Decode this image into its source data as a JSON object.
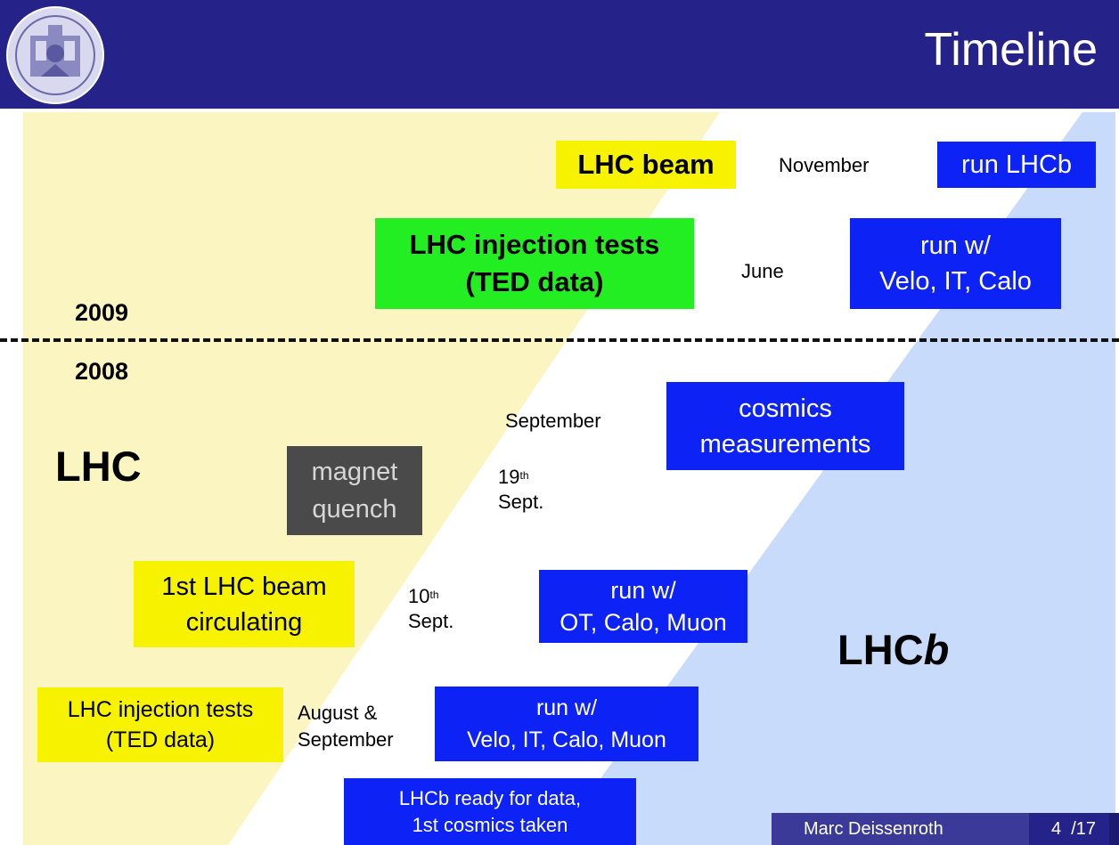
{
  "header": {
    "title": "Timeline"
  },
  "years": {
    "upper": "2009",
    "lower": "2008"
  },
  "lanes": {
    "left": "LHC",
    "right_prefix": "LHC",
    "right_italic": "b"
  },
  "events_2009": {
    "nov_lhc": "LHC beam",
    "nov_label": "November",
    "nov_lhcb": "run LHCb",
    "jun_lhc_line1": "LHC injection tests",
    "jun_lhc_line2": "(TED data)",
    "jun_label": "June",
    "jun_lhcb_line1": "run w/",
    "jun_lhcb_line2": "Velo, IT, Calo"
  },
  "events_2008": {
    "sep_label": "September",
    "sep_lhcb_line1": "cosmics",
    "sep_lhcb_line2": "measurements",
    "quench_line1": "magnet",
    "quench_line2": "quench",
    "d19_num": "19",
    "d19_sup": "th",
    "d19_month": "Sept.",
    "beam_line1": "1st LHC beam",
    "beam_line2": "circulating",
    "d10_num": "10",
    "d10_sup": "th",
    "d10_month": "Sept.",
    "run_ot_line1": "run w/",
    "run_ot_line2": "OT, Calo, Muon",
    "inj_line1": "LHC injection tests",
    "inj_line2": "(TED data)",
    "aug_line1": "August &",
    "aug_line2": "September",
    "run_velo_line1": "run w/",
    "run_velo_line2": "Velo, IT, Calo, Muon",
    "ready_line1": "LHCb ready for data,",
    "ready_line2": "1st cosmics taken"
  },
  "footer": {
    "author": "Marc Deissenroth",
    "page": "4",
    "total": "/17"
  },
  "colors": {
    "header": "#25228a",
    "lhc_region": "#fbf5c2",
    "lhcb_region": "#c9dbfb",
    "yellow_box": "#f7f300",
    "green_box": "#22ee22",
    "blue_box": "#0d23f5",
    "gray_box": "#4a4a4a"
  },
  "logo_icon": "university-seal-icon"
}
